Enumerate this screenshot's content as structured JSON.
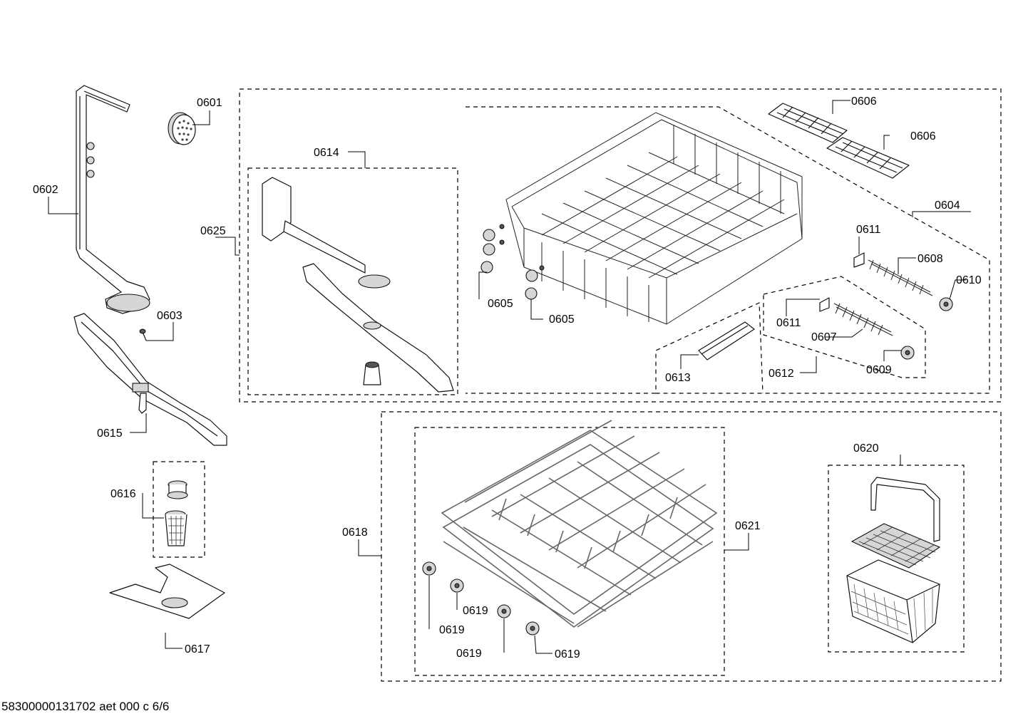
{
  "footer": "58300000131702 aet 000 c 6/6",
  "labels": {
    "p0601": "0601",
    "p0602": "0602",
    "p0603": "0603",
    "p0604": "0604",
    "p0605a": "0605",
    "p0605b": "0605",
    "p0606a": "0606",
    "p0606b": "0606",
    "p0607": "0607",
    "p0608": "0608",
    "p0609": "0609",
    "p0610": "0610",
    "p0611a": "0611",
    "p0611b": "0611",
    "p0612": "0612",
    "p0613": "0613",
    "p0614": "0614",
    "p0615": "0615",
    "p0616": "0616",
    "p0617": "0617",
    "p0618": "0618",
    "p0619a": "0619",
    "p0619b": "0619",
    "p0619c": "0619",
    "p0619d": "0619",
    "p0620": "0620",
    "p0621": "0621",
    "p0625": "0625"
  }
}
